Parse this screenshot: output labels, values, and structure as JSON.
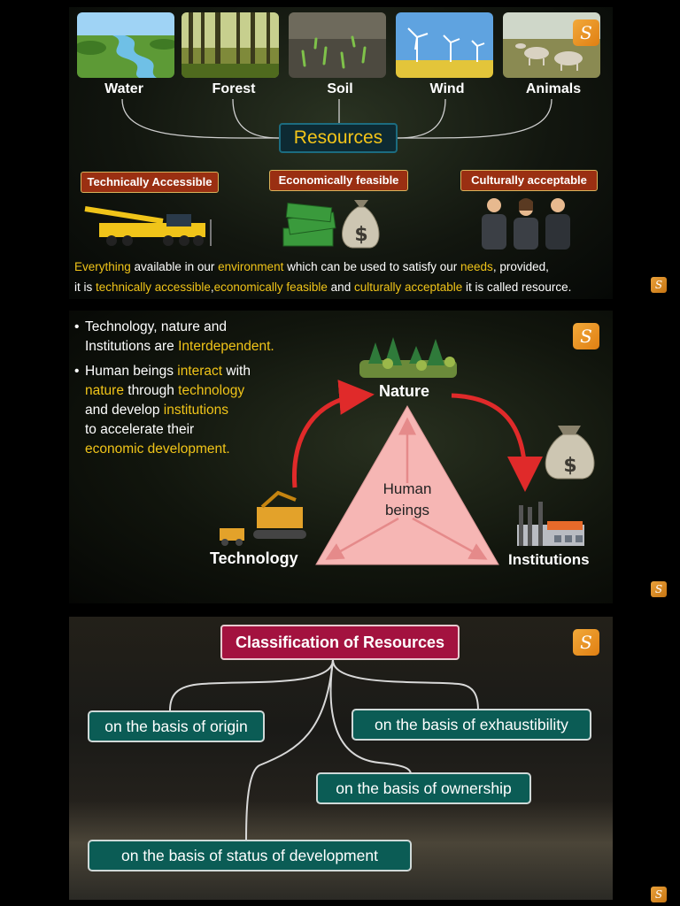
{
  "slide1": {
    "resource_items": [
      "Water",
      "Forest",
      "Soil",
      "Wind",
      "Animals"
    ],
    "central_label": "Resources",
    "criteria": [
      "Technically Accessible",
      "Economically feasible",
      "Culturally acceptable"
    ],
    "definition": {
      "w1": "Everything",
      "t1": " available in our ",
      "w2": "environment",
      "t2": " which can be used to satisfy our ",
      "w3": "needs",
      "t3": ", provided,",
      "t4": "it is ",
      "w4": "technically accessible",
      "t5": ",",
      "w5": "economically feasible",
      "t6": " and ",
      "w6": "culturally acceptable",
      "t7": " it is called resource."
    }
  },
  "slide2": {
    "b1_t1": "Technology, nature and",
    "b1_t2": "Institutions are ",
    "b1_h1": "Interdependent.",
    "b2_t1": "Human beings ",
    "b2_h1": "interact",
    "b2_t2": " with",
    "b2_h2": "nature",
    "b2_t3": " through ",
    "b2_h3": "technology",
    "b2_t4": "and develop ",
    "b2_h4": "institutions",
    "b2_t5": "to accelerate their",
    "b2_h5": "economic development.",
    "nature_label": "Nature",
    "technology_label": "Technology",
    "institutions_label": "Institutions",
    "center_line1": "Human",
    "center_line2": "beings",
    "money_symbol": "$"
  },
  "slide3": {
    "title": "Classification of Resources",
    "bases": [
      "on the basis of origin",
      "on the basis of exhaustibility",
      "on the basis of ownership",
      "on the basis of status of development"
    ]
  },
  "logo_letter": "S",
  "colors": {
    "highlight": "#f0c419",
    "criteria_tag": "#9a2f12",
    "resources_box": "#0d2a33",
    "triangle": "#f6b6b4",
    "arrow": "#e02a2a",
    "class_title": "#a3123f",
    "basis_box": "#0b5c55"
  },
  "icons": [
    "river-photo",
    "forest-photo",
    "soil-photo",
    "wind-turbine-photo",
    "animals-photo",
    "crane-icon",
    "cash-bag-icon",
    "people-icon",
    "trees-icon",
    "money-bag-icon",
    "excavator-icon",
    "factory-icon"
  ]
}
